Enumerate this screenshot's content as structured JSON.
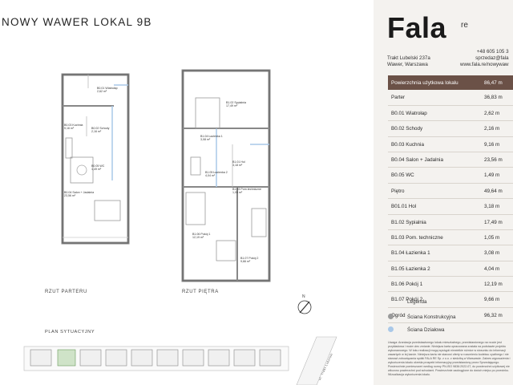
{
  "document": {
    "title": "NOWY WAWER LOKAL 9B",
    "ground_caption": "RZUT PARTERU",
    "floor_caption": "RZUT PIĘTRA",
    "site_caption": "PLAN SYTUACYJNY",
    "compass_letter": "N",
    "street_label": "ul. Trakt Lubelski"
  },
  "ground_rooms": [
    {
      "name": "B0.01 Wiatrołap",
      "area": "2,62 m²"
    },
    {
      "name": "B0.03 Kuchnia",
      "area": "9,16 m²"
    },
    {
      "name": "B0.02 Schody",
      "area": "2,16 m²"
    },
    {
      "name": "B0.05 WC",
      "area": "1,49 m²"
    },
    {
      "name": "B0.04 Salon + Jadalnia",
      "area": "23,56 m²"
    }
  ],
  "floor_rooms": [
    {
      "name": "B1.02 Sypialnia",
      "area": "17,49 m²"
    },
    {
      "name": "B1.04 Łazienka 1",
      "area": "3,08 m²"
    },
    {
      "name": "B1.01 Hol",
      "area": "3,18 m²"
    },
    {
      "name": "B1.05 Łazienka 2",
      "area": "4,04 m²"
    },
    {
      "name": "B1.03 Pom.techniczne",
      "area": "1,05 m²"
    },
    {
      "name": "B1.06 Pokój 1",
      "area": "12,19 m²"
    },
    {
      "name": "B1.07 Pokój 2",
      "area": "9,66 m²"
    }
  ],
  "brand": {
    "logo": "Fala",
    "logo_suffix": "re",
    "address_line1": "Trakt Lubelski 237a",
    "address_line2": "Wawer, Warszawa",
    "phone": "+48 605 105 3",
    "email": "sprzedaz@fala",
    "website": "www.fala.re/nowywaw"
  },
  "area_table": [
    {
      "label": "Powierzchnia użytkowa lokalu",
      "value": "86,47 m",
      "kind": "head"
    },
    {
      "label": "Parter",
      "value": "36,83 m",
      "kind": "section"
    },
    {
      "label": "B0.01 Wiatrołap",
      "value": "2,62 m",
      "kind": "row"
    },
    {
      "label": "B0.02 Schody",
      "value": "2,16 m",
      "kind": "row"
    },
    {
      "label": "B0.03 Kuchnia",
      "value": "9,16 m",
      "kind": "row"
    },
    {
      "label": "B0.04 Salon + Jadalnia",
      "value": "23,56 m",
      "kind": "row"
    },
    {
      "label": "B0.05 WC",
      "value": "1,49 m",
      "kind": "row"
    },
    {
      "label": "Piętro",
      "value": "49,64 m",
      "kind": "section"
    },
    {
      "label": "B01.01 Hol",
      "value": "3,18 m",
      "kind": "row"
    },
    {
      "label": "B1.02 Sypialnia",
      "value": "17,49 m",
      "kind": "row"
    },
    {
      "label": "B1.03 Pom. techniczne",
      "value": "1,05 m",
      "kind": "row"
    },
    {
      "label": "B1.04 Łazienka 1",
      "value": "3,08 m",
      "kind": "row"
    },
    {
      "label": "B1.05 Łazienka 2",
      "value": "4,04 m",
      "kind": "row"
    },
    {
      "label": "B1.06 Pokój 1",
      "value": "12,19 m",
      "kind": "row"
    },
    {
      "label": "B1.07 Pokój 2",
      "value": "9,66 m",
      "kind": "row"
    },
    {
      "label": "Ogród",
      "value": "96,32 m",
      "kind": "section"
    }
  ],
  "legend": {
    "title": "Legenda",
    "items": [
      {
        "label": "Ściana Konstrukcyjna",
        "color": "#9a9a9a"
      },
      {
        "label": "Ściana Działowa",
        "color": "#a9c8e8"
      }
    ]
  },
  "note": "Uwaga: Aranżacja przedstawionego lokalu mieszkalnego, przedstawionego na rzucie jest przykładowa i może ulec zmianie. Niniejsza karta opracowana została na podstawie projektu wykonawczego. W toku realizacji mogą wystąpić niewielkie różnice w stosunku do informacji zawartych w tej karcie. Niniejsza karta nie stanowi oferty w rozumieniu kodeksu cywilnego i nie stanowi zobowiązania spółki FALA RE Sp. z o.o. z siedzibą w Warszawie. Zakres wyposażenia i wykończenia lokalu określa prospekt informacyjny przedstawiony przez Sprzedającego. Powierzchnie pomieszczeń według normy PN-ISO 9836:2022-07, do powierzchni użytkowej nie wliczono powierzchni pod schodami. Powierzchnie zaokrąglone do dwóch miejsc po przecinku. Wizualizacja wykończenia lokalu."
}
